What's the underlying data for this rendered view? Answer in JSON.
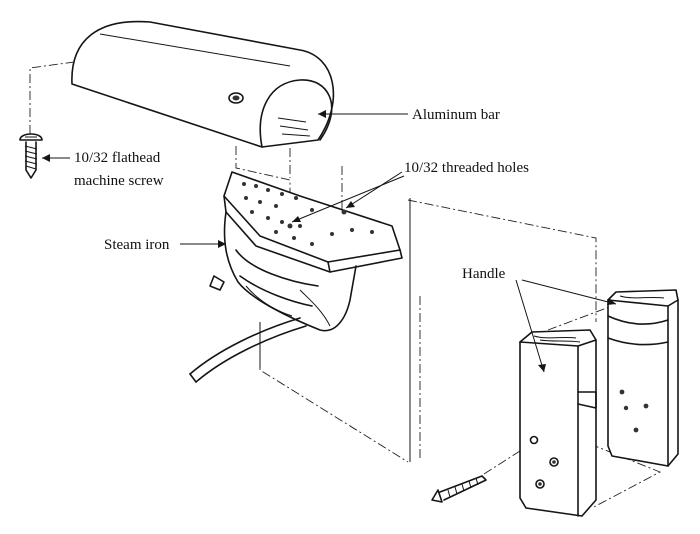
{
  "labels": {
    "aluminum_bar": "Aluminum bar",
    "threaded_holes": "10/32 threaded holes",
    "screw_line1": "10/32 flathead",
    "screw_line2": "machine screw",
    "steam_iron": "Steam iron",
    "handle": "Handle"
  },
  "style": {
    "ink": "#151515",
    "paper": "#ffffff"
  }
}
